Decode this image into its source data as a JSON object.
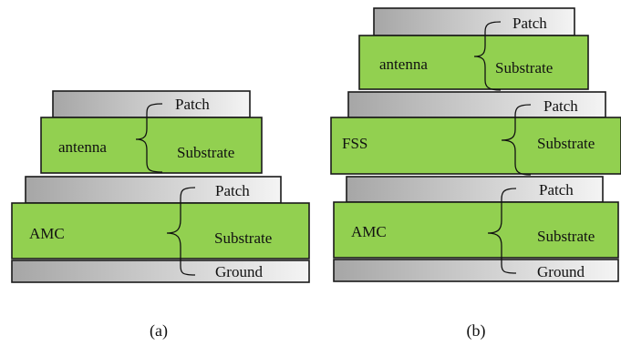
{
  "diagram_a": {
    "caption": "(a)",
    "antenna_patch": "Patch",
    "antenna_name": "antenna",
    "antenna_substrate": "Substrate",
    "amc_patch": "Patch",
    "amc_name": "AMC",
    "amc_substrate": "Substrate",
    "ground": "Ground"
  },
  "diagram_b": {
    "caption": "(b)",
    "antenna_patch": "Patch",
    "antenna_name": "antenna",
    "antenna_substrate": "Substrate",
    "fss_patch": "Patch",
    "fss_name": "FSS",
    "fss_substrate": "Substrate",
    "amc_patch": "Patch",
    "amc_name": "AMC",
    "amc_substrate": "Substrate",
    "ground": "Ground"
  },
  "colors": {
    "substrate": "#92d050",
    "metal_dark": "#a6a6a6",
    "metal_light": "#f2f2f2",
    "outline": "#1a1a1a"
  }
}
